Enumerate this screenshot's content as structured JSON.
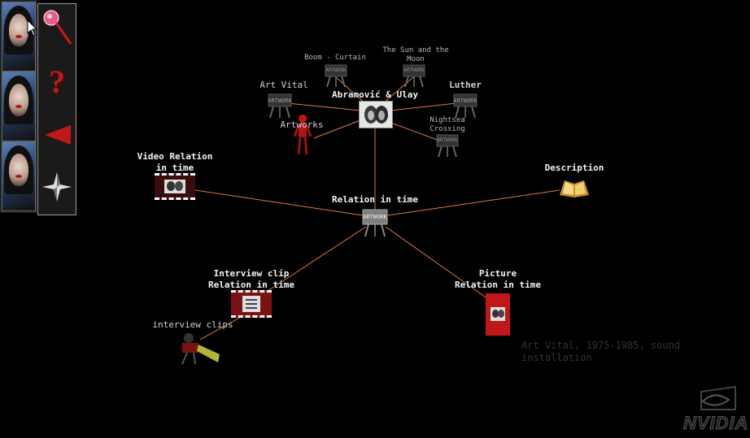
{
  "toolbar": {
    "tools": [
      {
        "name": "magnifier-lollipop-icon"
      },
      {
        "name": "help-icon",
        "glyph": "?"
      },
      {
        "name": "back-arrow-icon"
      },
      {
        "name": "star-compass-icon"
      }
    ],
    "thumbnails": 3
  },
  "graph": {
    "center_node": {
      "label": "Abramović & Ulay"
    },
    "hub_node": {
      "label": "Relation in time",
      "badge": "ARTWORK"
    },
    "artworks": [
      {
        "label": "Boom - Curtain",
        "badge": "ARTWORK"
      },
      {
        "label": "The Sun and the\nMoon",
        "badge": "ARTWORK"
      },
      {
        "label": "Art Vital",
        "badge": "ARTWORK"
      },
      {
        "label": "Luther",
        "badge": "ARTWORK"
      },
      {
        "label": "Nightsea\nCrossing",
        "badge": "ARTWORK"
      }
    ],
    "artworks_figure_label": "Artworks",
    "video_relation": {
      "label": "Video Relation\nin time"
    },
    "description": {
      "label": "Description"
    },
    "interview_clip": {
      "label": "Interview clip\nRelation in time"
    },
    "interview_clips": {
      "label": "interview clips"
    },
    "picture": {
      "label": "Picture\nRelation in time"
    }
  },
  "ghost_text": "Art Vital, 1975-1985, sound\ninstallation",
  "logo": {
    "text": "NVIDIA"
  },
  "colors": {
    "background": "#000000",
    "edge": "#e07840",
    "accent_red": "#c01818"
  }
}
